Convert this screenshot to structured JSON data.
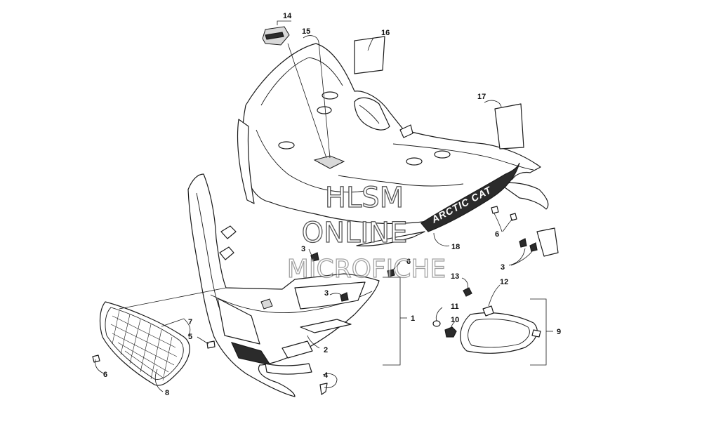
{
  "watermark": {
    "line1": "HLSM",
    "line2": "ONLINE",
    "line3": "MICROFICHE"
  },
  "decal_brand_text": "ARCTIC CAT",
  "callouts": [
    {
      "id": "c14",
      "label": "14"
    },
    {
      "id": "c15",
      "label": "15"
    },
    {
      "id": "c16",
      "label": "16"
    },
    {
      "id": "c17",
      "label": "17"
    },
    {
      "id": "c18",
      "label": "18"
    },
    {
      "id": "c6a",
      "label": "6"
    },
    {
      "id": "c3a",
      "label": "3"
    },
    {
      "id": "c3b",
      "label": "3"
    },
    {
      "id": "c3c",
      "label": "3"
    },
    {
      "id": "c6b",
      "label": "6"
    },
    {
      "id": "c13",
      "label": "13"
    },
    {
      "id": "c12",
      "label": "12"
    },
    {
      "id": "c11",
      "label": "11"
    },
    {
      "id": "c10",
      "label": "10"
    },
    {
      "id": "c9",
      "label": "9"
    },
    {
      "id": "c1",
      "label": "1"
    },
    {
      "id": "c2",
      "label": "2"
    },
    {
      "id": "c4",
      "label": "4"
    },
    {
      "id": "c7",
      "label": "7"
    },
    {
      "id": "c5",
      "label": "5"
    },
    {
      "id": "c6c",
      "label": "6"
    },
    {
      "id": "c8",
      "label": "8"
    }
  ]
}
